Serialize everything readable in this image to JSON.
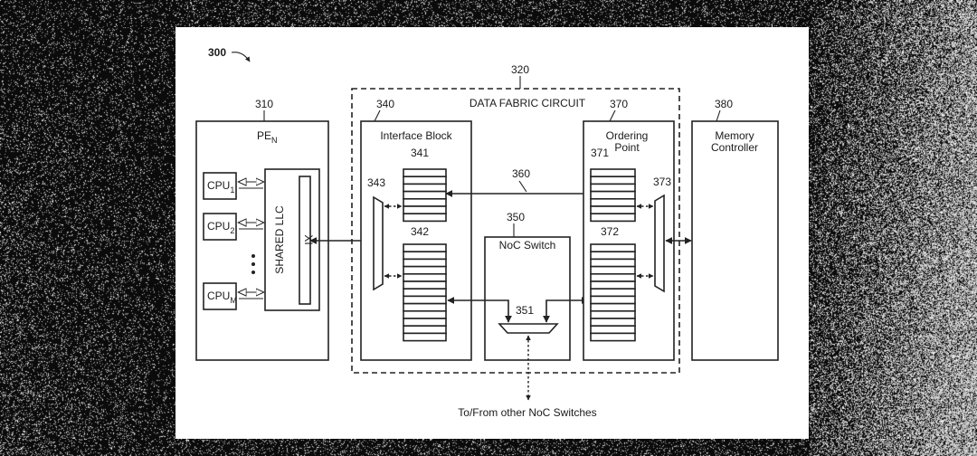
{
  "figure": {
    "label": "300",
    "circuit_ref": "320",
    "circuit_title": "DATA FABRIC CIRCUIT",
    "pe": {
      "ref": "310",
      "title_main": "PE",
      "title_sub": "N",
      "cpus": [
        {
          "main": "CPU",
          "sub": "1"
        },
        {
          "main": "CPU",
          "sub": "2"
        },
        {
          "main": "CPU",
          "sub": "M"
        }
      ],
      "llc_label": "SHARED LLC",
      "xi_label": "XI"
    },
    "interface_block": {
      "ref": "340",
      "title": "Interface Block",
      "queue_top_ref": "341",
      "queue_bottom_ref": "342",
      "mux_ref": "343"
    },
    "link_ref": "360",
    "noc_switch": {
      "ref": "350",
      "title": "NoC Switch",
      "mux_ref": "351",
      "external_label": "To/From other NoC Switches"
    },
    "ordering_point": {
      "ref": "370",
      "title_line1": "Ordering",
      "title_line2": "Point",
      "queue_top_ref": "371",
      "queue_bottom_ref": "372",
      "mux_ref": "373"
    },
    "memory_controller": {
      "ref": "380",
      "title_line1": "Memory",
      "title_line2": "Controller"
    }
  }
}
